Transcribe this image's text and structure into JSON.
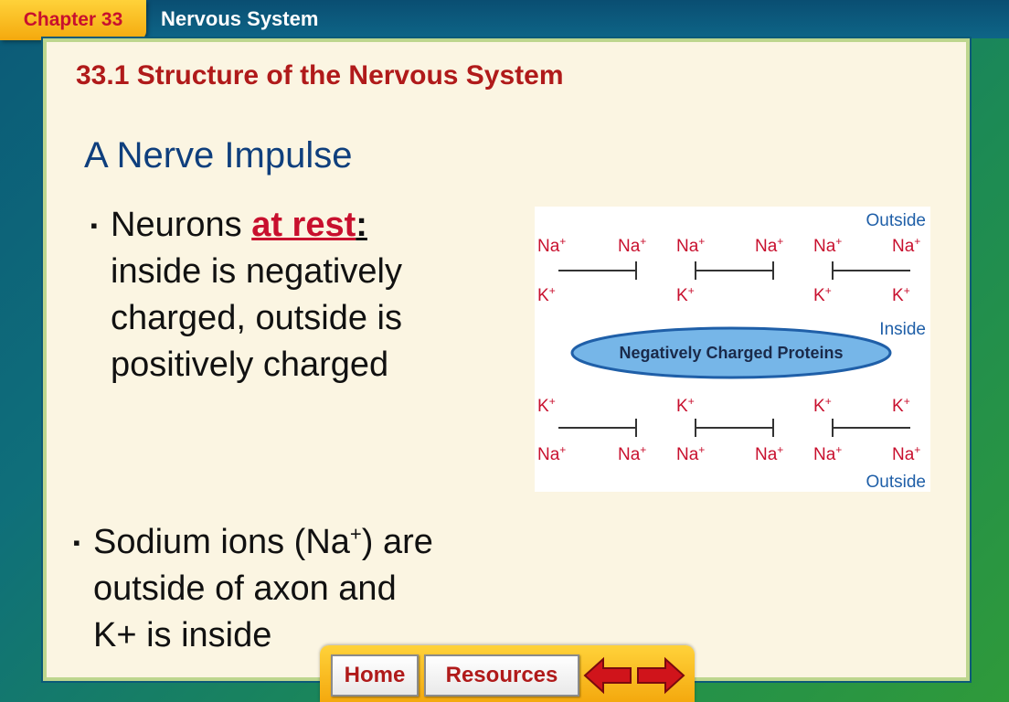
{
  "header": {
    "chapter_label": "Chapter 33",
    "subject": "Nervous System"
  },
  "slide": {
    "section_title": "33.1 Structure of the Nervous System",
    "title": "A Nerve Impulse",
    "bullet1": {
      "prefix": "Neurons ",
      "emphasis": "at rest",
      "colon": ":",
      "text": " inside is negatively charged, outside is positively charged"
    },
    "bullet2": {
      "text_before": "Sodium ions (Na",
      "superscript": "+",
      "text_after": ") are outside of axon and K+ is inside"
    },
    "marker": "▪"
  },
  "diagram": {
    "label_outside": "Outside",
    "label_inside": "Inside",
    "label_proteins": "Negatively Charged Proteins",
    "ion_na": "Na",
    "ion_k": "K",
    "charge": "+",
    "colors": {
      "ion_text": "#c8102e",
      "label_text": "#1f5fa8",
      "oval_fill": "#76b6e8",
      "oval_stroke": "#1f5fa8"
    }
  },
  "nav": {
    "home_label": "Home",
    "resources_label": "Resources",
    "prev_icon": "left-arrow-icon",
    "next_icon": "right-arrow-icon",
    "arrow_color": "#d0141b"
  }
}
